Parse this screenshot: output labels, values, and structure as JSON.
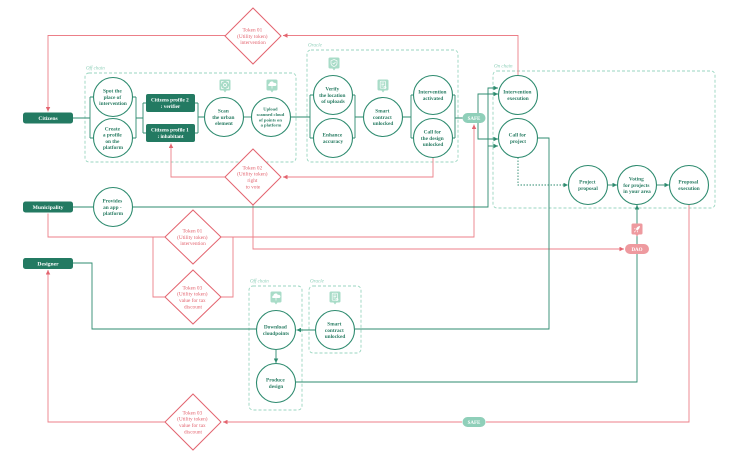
{
  "actors": {
    "citizens": "Citizens",
    "municipality": "Municipality",
    "designer": "Designer"
  },
  "groups": {
    "offchain_top": "Off chain",
    "oracle_top": "Oracle",
    "onchain": "On chain",
    "offchain_bottom": "Off chain",
    "oracle_bottom": "Oracle"
  },
  "profiles": {
    "verifier": [
      "Citizens profile 2",
      ": verifier"
    ],
    "inhabitant": [
      "Citizens profile 1",
      ": inhabitant"
    ]
  },
  "nodes": {
    "spot": [
      "Spot the",
      "place of",
      "intervention"
    ],
    "create": [
      "Create",
      "a profile",
      "on the",
      "platform"
    ],
    "scan": [
      "Scan",
      "the urban",
      "element"
    ],
    "upload": [
      "Upload",
      "scanned cloud",
      "of points on",
      "a platform"
    ],
    "verify": [
      "Verify",
      "the location",
      "of uploads"
    ],
    "enhance": [
      "Enhance",
      "accuracy"
    ],
    "smart1": [
      "Smart",
      "contract",
      "unlocked"
    ],
    "int_act": [
      "Intervention",
      "activated"
    ],
    "call_design": [
      "Call for",
      "the design",
      "unlocked"
    ],
    "int_exec": [
      "Intervention",
      "execution"
    ],
    "call_project": [
      "Call for",
      "project"
    ],
    "proj_prop": [
      "Project",
      "proposal"
    ],
    "voting": [
      "Voting",
      "for projects",
      "in your area"
    ],
    "prop_exec": [
      "Proposal",
      "execution"
    ],
    "provides": [
      "Provides",
      "an app -",
      "platform"
    ],
    "download": [
      "Download",
      "cloudpoints"
    ],
    "smart2": [
      "Smart",
      "contract",
      "unlocked"
    ],
    "produce": [
      "Produce",
      "design"
    ]
  },
  "tokens": {
    "token01_top": [
      "Token 01",
      "(Utility token)",
      "intervention"
    ],
    "token02": [
      "Token 02",
      "(Utility token)",
      "right",
      "to vote"
    ],
    "token01_mid": [
      "Token 01",
      "(Utility token)",
      "intervention"
    ],
    "token03_mid": [
      "Token 03",
      "(Utility token)",
      "value for tax",
      "discount"
    ],
    "token03_bottom": [
      "Token 03",
      "(Utility token)",
      "value for tax",
      "discount"
    ]
  },
  "pills": {
    "safe_top": "SAFE",
    "safe_bottom": "SAFE",
    "dao": "DAO"
  },
  "icons": {
    "scan": "scan-icon",
    "upload": "cloud-upload-icon",
    "verify": "shield-check-icon",
    "contract_top": "contract-document-icon",
    "download": "cloud-download-icon",
    "contract_bottom": "contract-document-icon",
    "dao": "rocket-icon"
  },
  "colors": {
    "actor_fill": "#237a62",
    "node_stroke": "#2e8b6f",
    "node_text": "#2a7d64",
    "group_dash": "#9ad6c0",
    "token_pink": "#e3646f",
    "line_pink": "#ec7f88",
    "safe_pill": "#8fcfb9",
    "dao_pill": "#ee9a9f"
  }
}
